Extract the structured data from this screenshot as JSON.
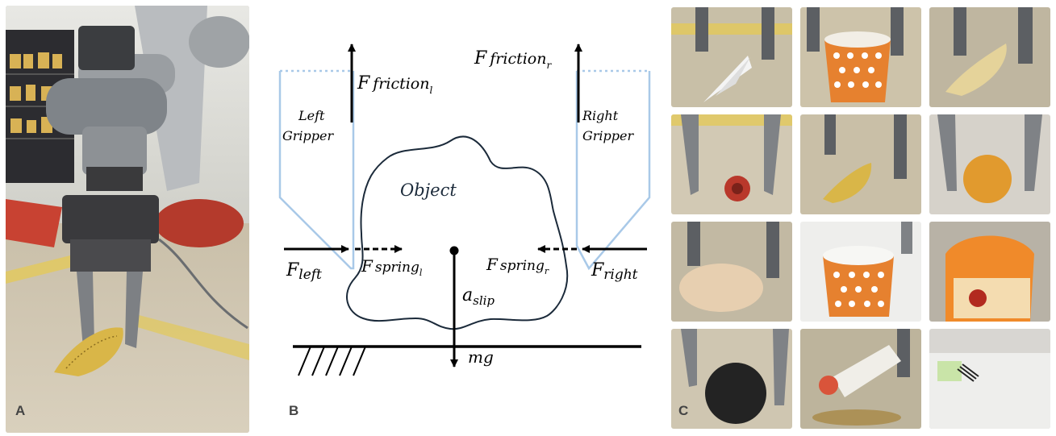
{
  "panels": {
    "a": {
      "letter": "A"
    },
    "b": {
      "letter": "B"
    },
    "c": {
      "letter": "C"
    }
  },
  "diagram": {
    "object_label": "Object",
    "left_gripper": [
      "Left",
      "Gripper"
    ],
    "right_gripper": [
      "Right",
      "Gripper"
    ],
    "forces": {
      "f_friction_l": {
        "main": "F",
        "base": "friction",
        "sub": "l"
      },
      "f_friction_r": {
        "main": "F",
        "base": "friction",
        "sub": "r"
      },
      "f_left": {
        "main": "F",
        "sub": "left"
      },
      "f_right": {
        "main": "F",
        "sub": "right"
      },
      "f_spring_l": {
        "main": "F",
        "base": "spring",
        "sub": "l"
      },
      "f_spring_r": {
        "main": "F",
        "base": "spring",
        "sub": "r"
      },
      "a_slip": {
        "main": "a",
        "sub": "slip"
      },
      "mg": "mg"
    },
    "colors": {
      "gripper_outline": "#a9c9e8",
      "object_outline": "#1b2a3a",
      "arrow": "#000000"
    }
  },
  "photo_grid": {
    "items": [
      "paper-airplane",
      "polka-dot-cup",
      "banana-peel",
      "red-ring",
      "banana-peel-2",
      "orange",
      "plush-toy",
      "water-cup",
      "bagged-food",
      "black-radish",
      "sauce-bottle",
      "rice-bag"
    ]
  }
}
